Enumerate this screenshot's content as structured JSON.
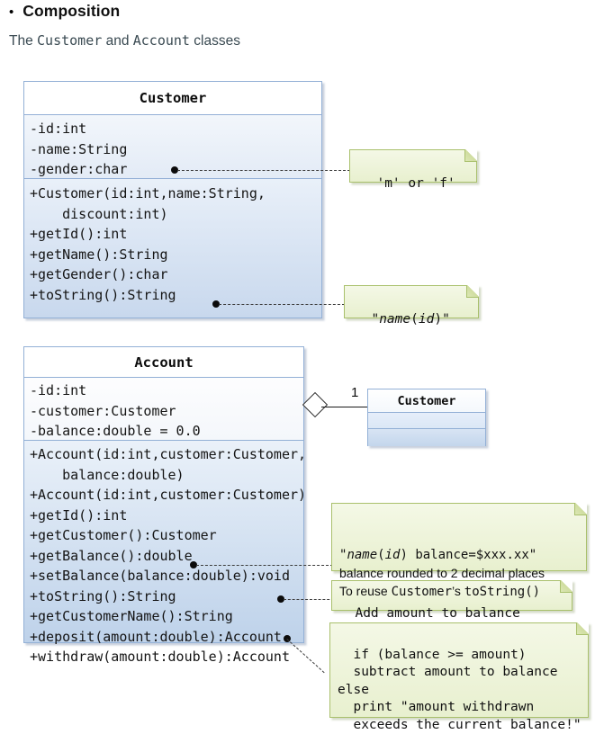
{
  "heading": {
    "bullet": "•",
    "title": "Composition",
    "subtitle_parts": {
      "p1": "The ",
      "p2": "Customer",
      "p3": " and ",
      "p4": "Account",
      "p5": " classes"
    }
  },
  "customer_class": {
    "name": "Customer",
    "attributes": "-id:int\n-name:String\n-gender:char",
    "methods": "+Customer(id:int,name:String,\n    discount:int)\n+getId():int\n+getName():String\n+getGender():char\n+toString():String"
  },
  "account_class": {
    "name": "Account",
    "attributes": "-id:int\n-customer:Customer\n-balance:double = 0.0",
    "methods": "+Account(id:int,customer:Customer,\n    balance:double)\n+Account(id:int,customer:Customer)\n+getId():int\n+getCustomer():Customer\n+getBalance():double\n+setBalance(balance:double):void\n+toString():String\n+getCustomerName():String\n+deposit(amount:double):Account\n+withdraw(amount:double):Account"
  },
  "customer_reference": {
    "name": "Customer",
    "multiplicity": "1"
  },
  "notes": {
    "gender": "'m' or 'f'",
    "customer_tostring": {
      "open_quote": "\"",
      "name_var": "name",
      "paren_open": "(",
      "id_var": "id",
      "paren_close": ")",
      "close_quote": "\""
    },
    "account_tostring": {
      "line1_open_quote": "\"",
      "line1_name_var": "name",
      "line1_paren_open": "(",
      "line1_id_var": "id",
      "line1_paren_close": ")",
      "line1_rest": " balance=$xxx.xx\"",
      "line2": "balance rounded to 2 decimal places",
      "line3_a": "To reuse ",
      "line3_b": "Customer",
      "line3_c": "’s ",
      "line3_d": "toString()"
    },
    "deposit": "Add amount to balance",
    "withdraw": "if (balance >= amount)\n  subtract amount to balance\nelse\n  print \"amount withdrawn\n  exceeds the current balance!\""
  },
  "colors": {
    "class_border": "#93b0d6",
    "note_border": "#a9c06c",
    "note_fill": "#eef4dc",
    "connector": "#3b3b3b",
    "heading_text": "#111111",
    "subtitle_text": "#3a4a52"
  }
}
